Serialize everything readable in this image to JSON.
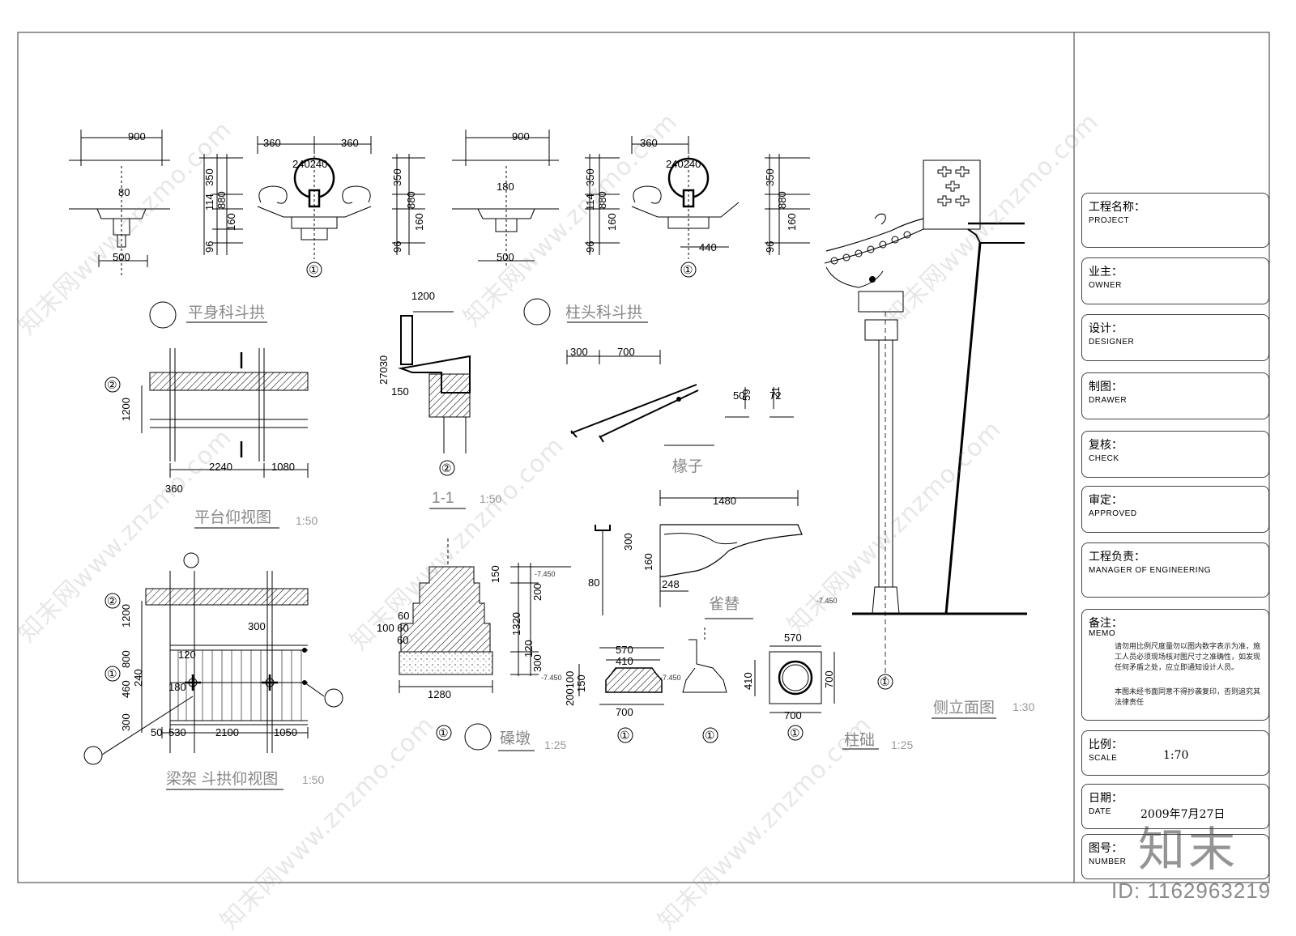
{
  "title_block": [
    {
      "cn": "工程名称：",
      "en": "PROJECT"
    },
    {
      "cn": "业主：",
      "en": "OWNER"
    },
    {
      "cn": "设计：",
      "en": "DESIGNER"
    },
    {
      "cn": "制图：",
      "en": "DRAWER"
    },
    {
      "cn": "复核：",
      "en": "CHECK"
    },
    {
      "cn": "审定：",
      "en": "APPROVED"
    },
    {
      "cn": "工程负责：",
      "en": "MANAGER OF ENGINEERING"
    }
  ],
  "memo": {
    "cn": "备注：",
    "en": "MEMO",
    "line1": "请勿用比例尺度量勿以图内数字表示为准，施工人员必须现场核对图尺寸之准确性，如发现任何矛盾之处，应立即通知设计人员。",
    "line2": "本图未经书面同意不得抄袭复印，否则追究其法律责任"
  },
  "scale": {
    "cn": "比例：",
    "en": "SCALE",
    "value": "1:70"
  },
  "date": {
    "cn": "日期：",
    "en": "DATE",
    "value": "2009年7月27日"
  },
  "number": {
    "cn": "图号：",
    "en": "NUMBER"
  },
  "drawing_titles": {
    "t1": "平身科斗拱",
    "t2": "柱头科斗拱",
    "t3": "平台仰视图",
    "t3_scale": "1:50",
    "t4": "1-1",
    "t4_scale": "1:50",
    "t5": "椽子",
    "t6": "雀替",
    "t7": "梁架 斗拱仰视图",
    "t7_scale": "1:50",
    "t8": "磉墩",
    "t8_scale": "1:25",
    "t9": "柱础",
    "t9_scale": "1:25",
    "t10": "侧立面图",
    "t10_scale": "1:30"
  },
  "dims": {
    "d900": "900",
    "d900b": "900",
    "d80": "80",
    "d500": "500",
    "d500b": "500",
    "d360a": "360",
    "d360b": "360",
    "d360c": "360",
    "d240240a": "240240",
    "d240240b": "240240",
    "d350a": "350",
    "d350b": "350",
    "d350c": "350",
    "d350d": "350",
    "d114a": "114",
    "d114b": "114",
    "d880a": "880",
    "d880b": "880",
    "d880c": "880",
    "d880d": "880",
    "d160a": "160",
    "d160b": "160",
    "d160c": "160",
    "d160d": "160",
    "d96a": "96",
    "d96b": "96",
    "d96c": "96",
    "d96d": "96",
    "d180": "180",
    "d440": "440",
    "d1200": "1200",
    "d27030": "27030",
    "d150": "150",
    "d300": "300",
    "d700": "700",
    "d50": "50",
    "d59": "59",
    "d72": "72",
    "d21": "21",
    "p1200": "1200",
    "p2240": "2240",
    "p1080": "1080",
    "p360": "360",
    "d1480": "1480",
    "d248": "248",
    "d160e": "160",
    "d300b": "300",
    "d80b": "80",
    "s150": "150",
    "s200": "200",
    "s1320": "1320",
    "s120": "120",
    "s300": "300",
    "s60": "60",
    "s10060": "100 60",
    "s60b": "60",
    "s1280": "1280",
    "b570": "570",
    "b410": "410",
    "b200100": "200100",
    "b150": "150",
    "b700": "700",
    "c570": "570",
    "c410": "410",
    "c700": "700",
    "c700b": "700",
    "l1200": "1200",
    "l800": "800",
    "l460": "460",
    "l300": "300",
    "l240": "240",
    "l300b": "300",
    "l120": "120",
    "l180": "180",
    "l50": "50",
    "l530": "530",
    "l2100": "2100",
    "l1050": "1050",
    "lv1": "-7.450",
    "lv2": "-7.450",
    "lv3": "-7.450",
    "lv4": "-7.450"
  },
  "marks": {
    "m1": "①",
    "m2": "①",
    "m3": "①",
    "m4": "①",
    "m5": "①",
    "m6": "①",
    "m7": "①",
    "m8": "①",
    "c2": "②",
    "c2b": "②",
    "c2c": "②"
  },
  "watermark": {
    "text": "知末网www.znzmo.com",
    "logo": "知末",
    "id": "ID: 1162963219"
  }
}
